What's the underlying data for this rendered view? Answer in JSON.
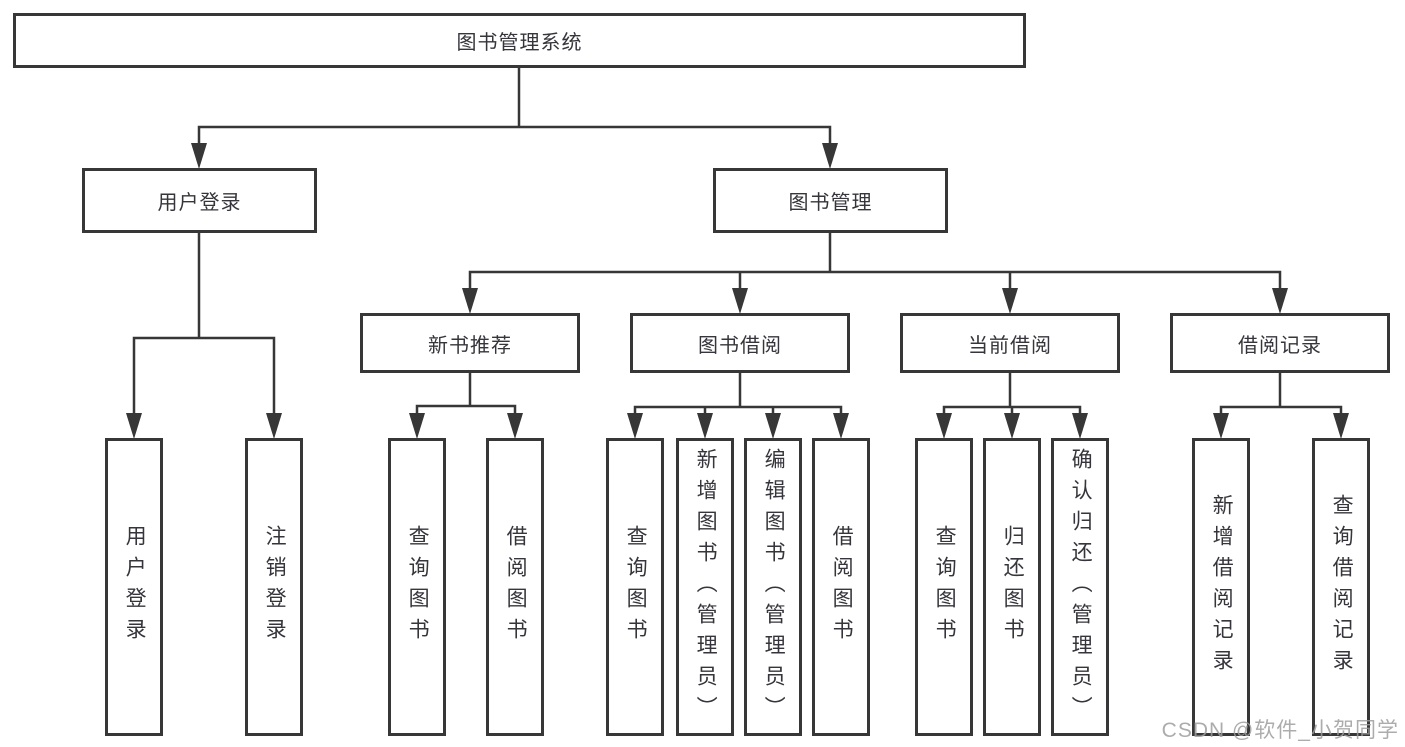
{
  "title": "图书管理系统",
  "level2": [
    {
      "label": "用户登录"
    },
    {
      "label": "图书管理"
    }
  ],
  "level3": [
    {
      "label": "新书推荐"
    },
    {
      "label": "图书借阅"
    },
    {
      "label": "当前借阅"
    },
    {
      "label": "借阅记录"
    }
  ],
  "leaves": {
    "user_login": [
      "用户登录",
      "注销登录"
    ],
    "new_books": [
      "查询图书",
      "借阅图书"
    ],
    "book_borrow": [
      "查询图书",
      "新增图书（管理员）",
      "编辑图书（管理员）",
      "借阅图书"
    ],
    "current_borrow": [
      "查询图书",
      "归还图书",
      "确认归还（管理员）"
    ],
    "borrow_records": [
      "新增借阅记录",
      "查询借阅记录"
    ]
  },
  "watermark": "CSDN @软件_小贺同学",
  "colors": {
    "line": "#373737",
    "border": "#373737",
    "text": "#35353b",
    "watermark": "#9e9e9e",
    "background": "#ffffff"
  }
}
